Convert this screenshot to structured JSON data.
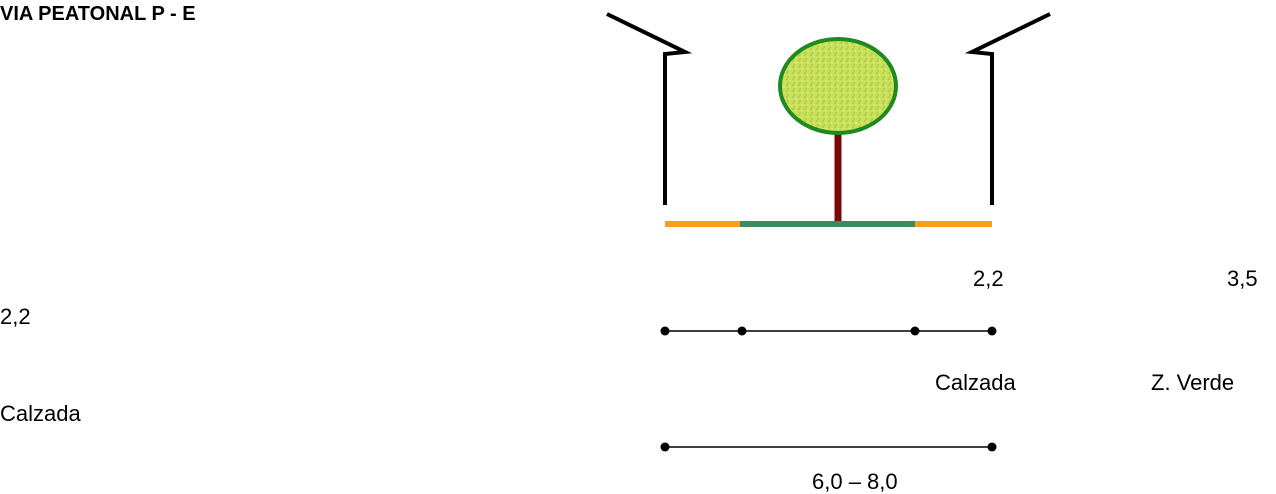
{
  "title": "VIA  PEATONAL  P - E",
  "dimensions": {
    "left_width": "2,2",
    "middle_width": "3,5",
    "right_width": "2,2",
    "total_width": "6,0 – 8,0"
  },
  "zones": {
    "left": "Calzada",
    "middle": "Z. Verde",
    "right": "Calzada"
  },
  "colors": {
    "building_line": "#000000",
    "roadway": "#f5a018",
    "green_zone": "#3a8c5c",
    "tree_trunk": "#7a0a0a",
    "tree_crown": "#c8e05a",
    "tree_outline": "#1f8a1f"
  },
  "icons": [
    "building-left-icon",
    "building-right-icon",
    "tree-icon"
  ]
}
